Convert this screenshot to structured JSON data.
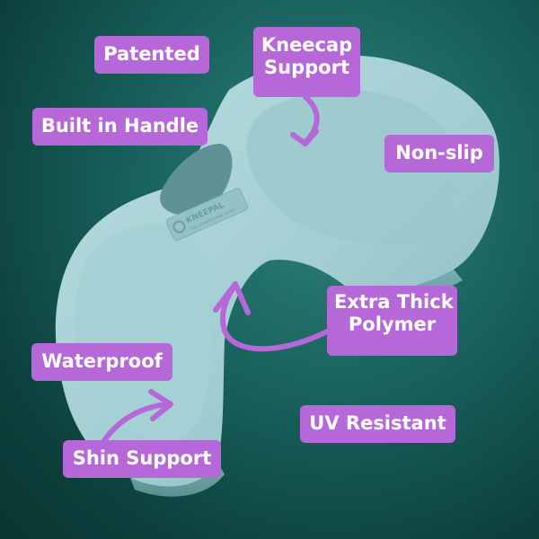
{
  "colors": {
    "label_bg": "#b667d8",
    "arrow": "#b667d8",
    "product": "#a8d2d6",
    "product_shade": "#7fb2b7",
    "background_center": "#2f837c",
    "background_edge": "#0a3532"
  },
  "product": {
    "logo_text": "KNEEPAL",
    "logo_subtext": "THE ULTIMATE KNEE SAVER"
  },
  "labels": {
    "patented": "Patented",
    "kneecap_support": [
      "Kneecap",
      "Support"
    ],
    "built_in_handle": "Built in Handle",
    "non_slip": "Non-slip",
    "extra_thick_polymer": [
      "Extra Thick",
      "Polymer"
    ],
    "waterproof": "Waterproof",
    "uv_resistant": "UV Resistant",
    "shin_support": "Shin Support"
  }
}
